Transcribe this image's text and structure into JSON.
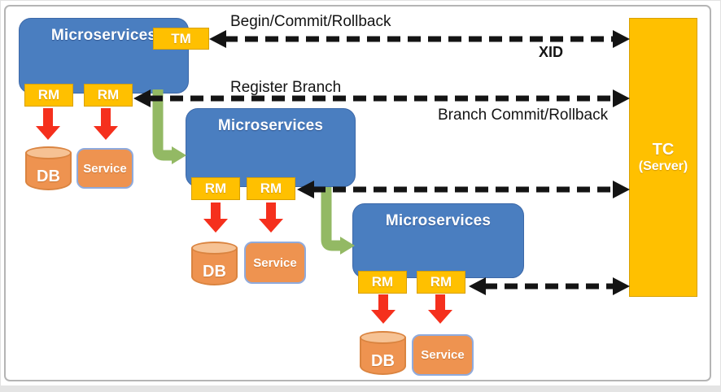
{
  "colors": {
    "blue": "#4a7ec0",
    "blueBorder": "#3c68a8",
    "gold": "#ffc000",
    "goldBorder": "#d8a000",
    "orange": "#ee9350",
    "orangeLight": "#f6c294",
    "orangeBorder": "#da8440",
    "serviceBorder": "#8faadc",
    "green": "#93b964",
    "red": "#f5301d",
    "ink": "#141414",
    "frame": "#b5b5b5"
  },
  "messages": {
    "begin": "Begin/Commit/Rollback",
    "xid": "XID",
    "register": "Register Branch",
    "branch": "Branch Commit/Rollback"
  },
  "tc": {
    "line1": "TC",
    "line2": "(Server)"
  },
  "services": [
    {
      "title": "Microservices",
      "tm": "TM",
      "rm1": "RM",
      "rm2": "RM",
      "db": "DB",
      "service": "Service"
    },
    {
      "title": "Microservices",
      "rm1": "RM",
      "rm2": "RM",
      "db": "DB",
      "service": "Service"
    },
    {
      "title": "Microservices",
      "rm1": "RM",
      "rm2": "RM",
      "db": "DB",
      "service": "Service"
    }
  ]
}
